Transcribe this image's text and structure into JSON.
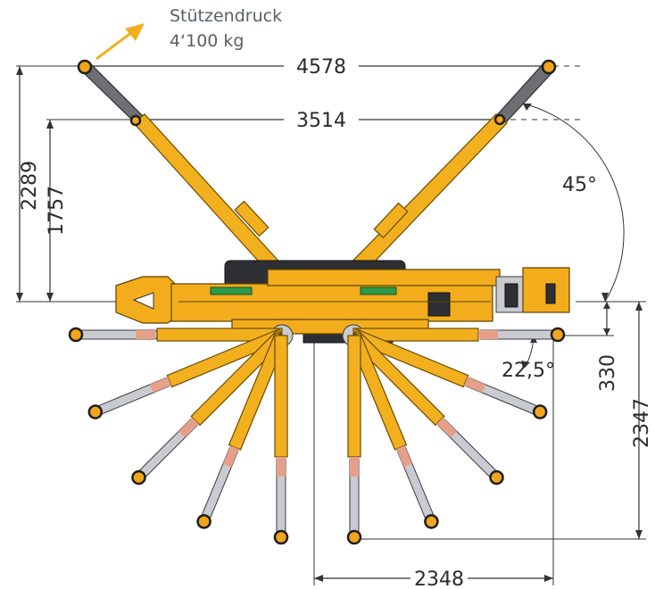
{
  "annotation": {
    "label": "Stützendruck",
    "value": "4‘100 kg",
    "arrow_color": "#f2b01e"
  },
  "dimensions": {
    "outer_span": "4578",
    "inner_span": "3514",
    "outer_height": "2289",
    "inner_height": "1757",
    "front_angle": "45°",
    "rear_angle": "22,5°",
    "rear_offset": "330",
    "rear_depth": "2347",
    "rear_width": "2348"
  },
  "colors": {
    "crane_yellow": "#f3ad1c",
    "outline": "#1e1e1e",
    "dim_text": "#2b2b2b"
  }
}
